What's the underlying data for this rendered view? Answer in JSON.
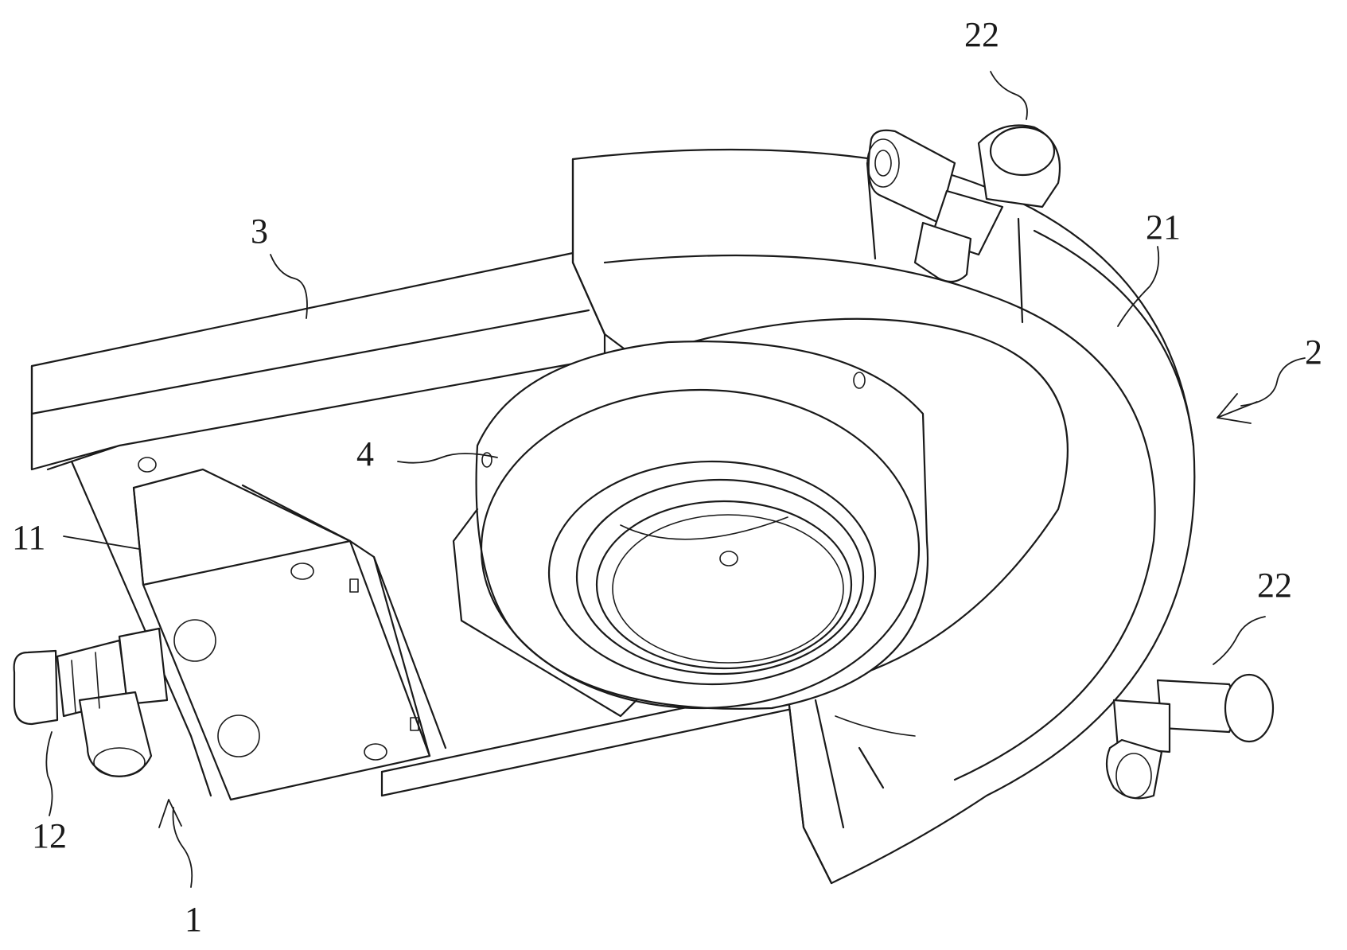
{
  "labels": {
    "l22_top": "22",
    "l3": "3",
    "l21": "21",
    "l2": "2",
    "l4": "4",
    "l11": "11",
    "l22_right": "22",
    "l12": "12",
    "l1": "1"
  }
}
